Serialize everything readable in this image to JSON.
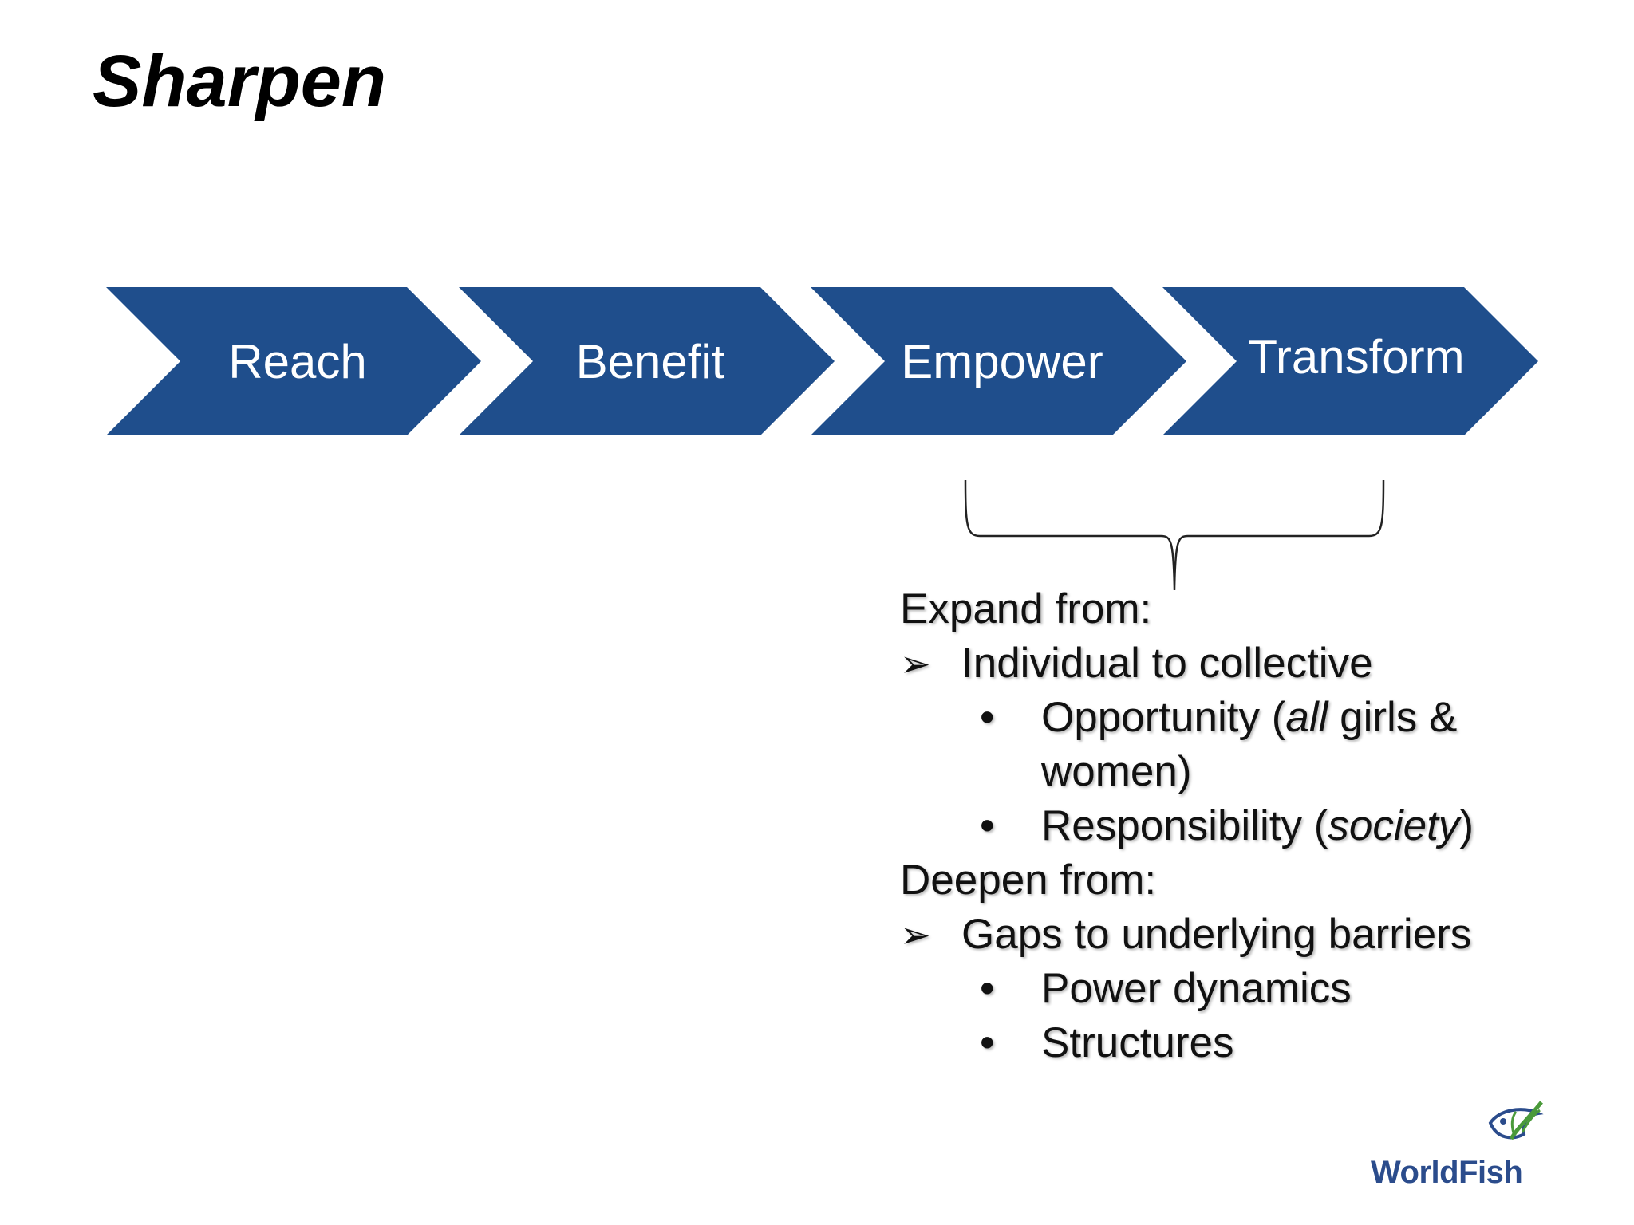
{
  "slide": {
    "title": "Sharpen"
  },
  "chevrons": [
    {
      "label": "Reach"
    },
    {
      "label": "Benefit"
    },
    {
      "label": "Empower"
    },
    {
      "label": "Transform"
    }
  ],
  "colors": {
    "chevron_fill": "#1f4e8c",
    "bracket_stroke": "#222222",
    "logo_text": "#2b4c8c",
    "logo_green": "#4a9a3a"
  },
  "notes": {
    "expand_heading": "Expand from:",
    "expand_point": "Individual to collective",
    "expand_sub1_pre": "Opportunity (",
    "expand_sub1_em": "all",
    "expand_sub1_post": " girls & women)",
    "expand_sub2_pre": "Responsibility (",
    "expand_sub2_em": "society",
    "expand_sub2_post": ")",
    "deepen_heading": "Deepen from:",
    "deepen_point": "Gaps to underlying barriers",
    "deepen_sub1": "Power dynamics",
    "deepen_sub2": "Structures",
    "arrow_marker": "➢",
    "bullet_marker": "•"
  },
  "logo": {
    "text": "WorldFish",
    "icon": "fish-logo-icon"
  }
}
